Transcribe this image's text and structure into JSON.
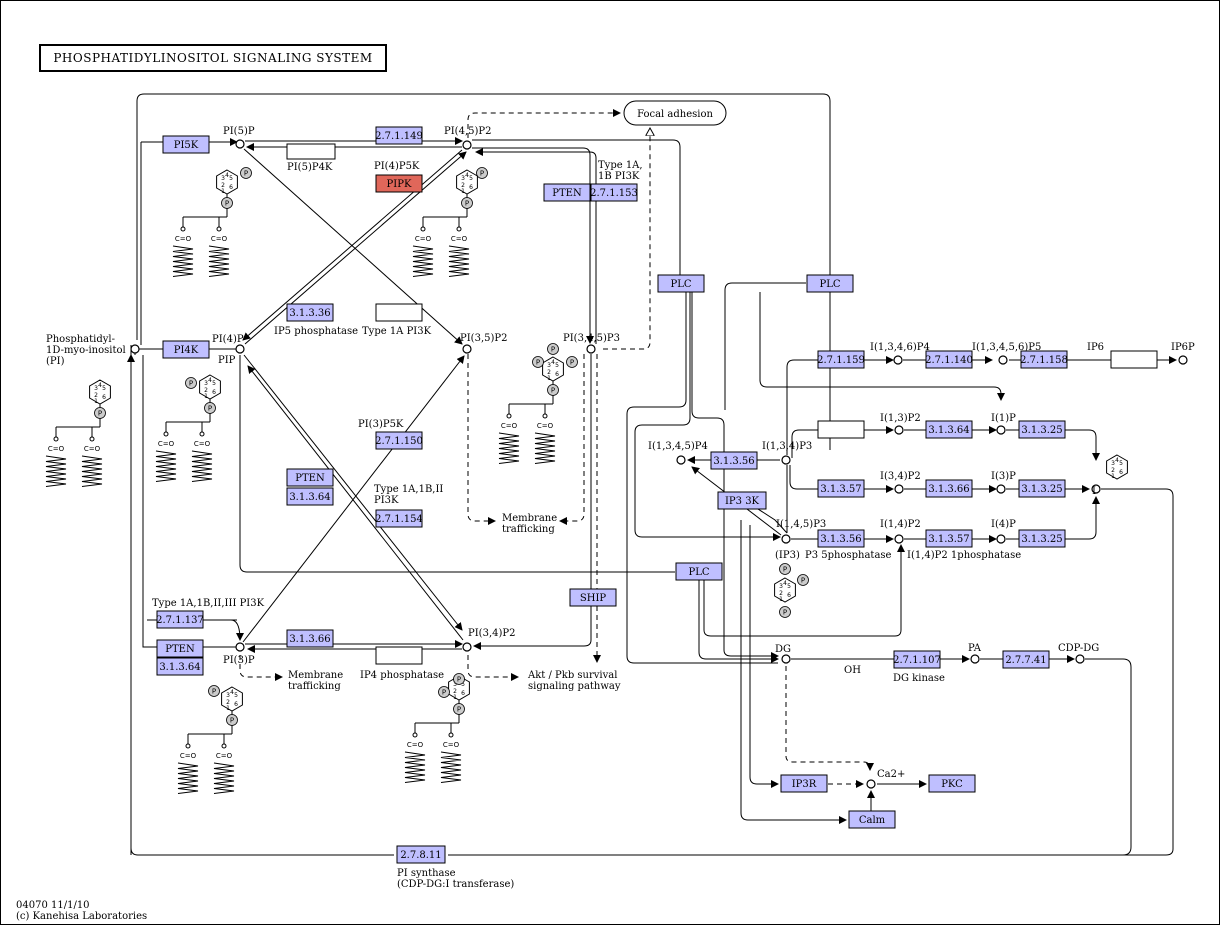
{
  "title": "PHOSPHATIDYLINOSITOL SIGNALING SYSTEM",
  "colors": {
    "enzyme": "#bfbfff",
    "highlight": "#e0675a",
    "line": "#000000"
  },
  "footer": {
    "map_id": "04070 11/1/10",
    "copyright": "(c) Kanehisa Laboratories"
  },
  "enzymes": [
    {
      "label": "PI5K"
    },
    {
      "label": "2.7.1.149"
    },
    {
      "label": "PIPK"
    },
    {
      "label": "PTEN"
    },
    {
      "label": "2.7.1.153"
    },
    {
      "label": "PI4K"
    },
    {
      "label": "3.1.3.36"
    },
    {
      "label": "PLC"
    },
    {
      "label": "PLC"
    },
    {
      "label": "2.7.1.150"
    },
    {
      "label": "PTEN"
    },
    {
      "label": "3.1.3.64"
    },
    {
      "label": "2.7.1.154"
    },
    {
      "label": "2.7.1.137"
    },
    {
      "label": "PTEN"
    },
    {
      "label": "3.1.3.64"
    },
    {
      "label": "3.1.3.66"
    },
    {
      "label": "SHIP"
    },
    {
      "label": "2.7.1.159"
    },
    {
      "label": "2.7.1.140"
    },
    {
      "label": "2.7.1.158"
    },
    {
      "label": "3.1.3.64"
    },
    {
      "label": "3.1.3.25"
    },
    {
      "label": "3.1.3.56"
    },
    {
      "label": "IP3 3K"
    },
    {
      "label": "3.1.3.57"
    },
    {
      "label": "3.1.3.66"
    },
    {
      "label": "3.1.3.25"
    },
    {
      "label": "3.1.3.56"
    },
    {
      "label": "3.1.3.57"
    },
    {
      "label": "3.1.3.25"
    },
    {
      "label": "PLC"
    },
    {
      "label": "2.7.1.107"
    },
    {
      "label": "2.7.7.41"
    },
    {
      "label": "IP3R"
    },
    {
      "label": "PKC"
    },
    {
      "label": "Calm"
    },
    {
      "label": "2.7.8.11"
    }
  ],
  "labels": [
    {
      "text": "PI(5)P"
    },
    {
      "text": "PI(4,5)P2"
    },
    {
      "text": "PI(5)P4K"
    },
    {
      "text": "PI(4)P5K"
    },
    {
      "text": "Type 1A,"
    },
    {
      "text": "1B PI3K"
    },
    {
      "text": "Focal adhesion"
    },
    {
      "text": "Phosphatidyl-"
    },
    {
      "text": "1D-myo-inositol"
    },
    {
      "text": "(PI)"
    },
    {
      "text": "PI(4)P"
    },
    {
      "text": "PIP"
    },
    {
      "text": "IP5 phosphatase"
    },
    {
      "text": "Type 1A PI3K"
    },
    {
      "text": "PI(3,5)P2"
    },
    {
      "text": "PI(3,4,5)P3"
    },
    {
      "text": "PI(3)P5K"
    },
    {
      "text": "Type 1A,1B,II"
    },
    {
      "text": "PI3K"
    },
    {
      "text": "Membrane"
    },
    {
      "text": "trafficking"
    },
    {
      "text": "Type 1A,1B,II,III PI3K"
    },
    {
      "text": "PI(3)P"
    },
    {
      "text": "Membrane"
    },
    {
      "text": "trafficking"
    },
    {
      "text": "IP4 phosphatase"
    },
    {
      "text": "PI(3,4)P2"
    },
    {
      "text": "Akt / Pkb survival"
    },
    {
      "text": "signaling pathway"
    },
    {
      "text": "I(1,3,4,6)P4"
    },
    {
      "text": "I(1,3,4,5,6)P5"
    },
    {
      "text": "IP6"
    },
    {
      "text": "IP6P"
    },
    {
      "text": "I(1,3)P2"
    },
    {
      "text": "I(1)P"
    },
    {
      "text": "I(1,3,4,5)P4"
    },
    {
      "text": "I(1,3,4)P3"
    },
    {
      "text": "I(3,4)P2"
    },
    {
      "text": "I(3)P"
    },
    {
      "text": "I"
    },
    {
      "text": "I(1,4,5)P3"
    },
    {
      "text": "I(1,4)P2"
    },
    {
      "text": "I(4)P"
    },
    {
      "text": "(IP3)"
    },
    {
      "text": "P3 5phosphatase"
    },
    {
      "text": "I(1,4)P2 1phosphatase"
    },
    {
      "text": "DG"
    },
    {
      "text": "PA"
    },
    {
      "text": "CDP-DG"
    },
    {
      "text": "OH"
    },
    {
      "text": "DG kinase"
    },
    {
      "text": "Ca2+"
    },
    {
      "text": "PI synthase"
    },
    {
      "text": "(CDP-DG:I transferase)"
    }
  ],
  "molecule_glyphs": {
    "ring_numbers": [
      "3",
      "4",
      "5",
      "2",
      "1",
      "6"
    ],
    "phosphate": "P",
    "ester": "C=O"
  }
}
